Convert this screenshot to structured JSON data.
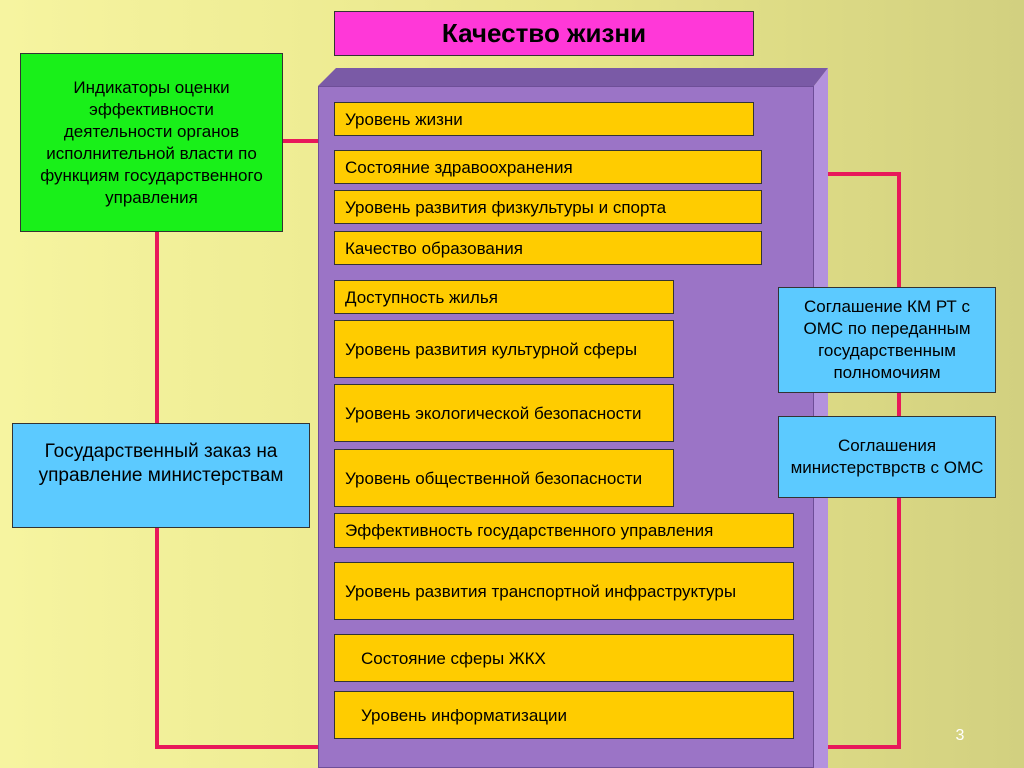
{
  "title": "Качество жизни",
  "indicators_box": "Индикаторы оценки эффективности деятельности органов исполнительной власти по функциям государственного управления",
  "gov_order_box": "Государственный заказ на управление министерствам",
  "agreements": [
    "Соглашение КМ РТ с ОМС по переданным государственным полномочиям",
    "Соглашения министерствpств с ОМС"
  ],
  "items": [
    "Уровень жизни",
    "Состояние здравоохранения",
    "Уровень развития физкультуры и спорта",
    "Качество образования",
    "Доступность жилья",
    "Уровень развития культурной сферы",
    "Уровень экологической безопасности",
    "Уровень общественной безопасности",
    "Эффективность государственного управления",
    "Уровень развития транспортной инфраструктуры",
    "Состояние сферы ЖКХ",
    "Уровень информатизации"
  ],
  "page_number": "3",
  "colors": {
    "title_bg": "#ff38d8",
    "indicators_bg": "#19f019",
    "agreement_bg": "#5ccaff",
    "item_bg": "#ffcc00",
    "panel": "#9b74c6",
    "connector": "#e8185a"
  }
}
